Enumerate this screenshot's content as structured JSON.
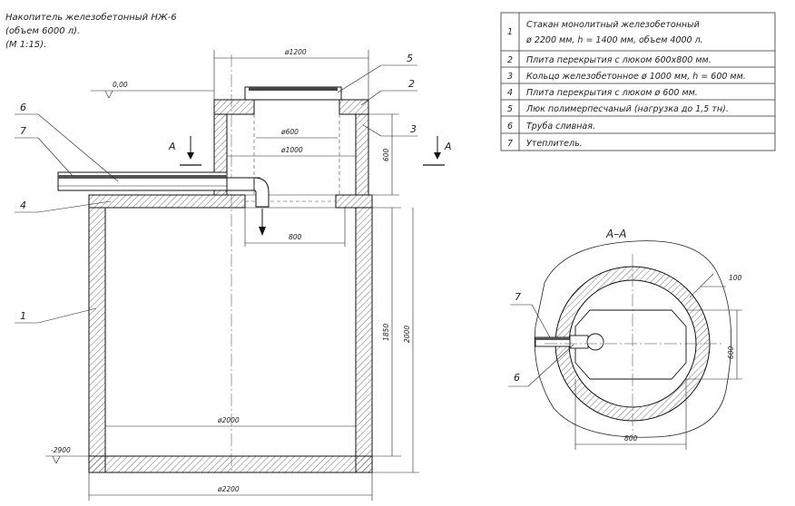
{
  "title": {
    "line1": "Накопитель железобетонный НЖ-6",
    "line2": "(объем 6000 л).",
    "line3": "(М 1:15)."
  },
  "legend": [
    {
      "num": "1",
      "text": "Стакан монолитный железобетонный",
      "text2": "ø 2200 мм, h = 1400 мм, объем 4000 л."
    },
    {
      "num": "2",
      "text": "Плита перекрытия с люком 600х800 мм."
    },
    {
      "num": "3",
      "text": "Кольцо железобетонное ø 1000 мм, h = 600 мм."
    },
    {
      "num": "4",
      "text": "Плита перекрытия с люком ø 600 мм."
    },
    {
      "num": "5",
      "text": "Люк полимерпесчаный (нагрузка до 1,5 тн)."
    },
    {
      "num": "6",
      "text": "Труба сливная."
    },
    {
      "num": "7",
      "text": "Утеплитель."
    }
  ],
  "elevations": {
    "top": "0,00",
    "bottom": "-2900"
  },
  "dimensions": {
    "d1200": "ø1200",
    "d600": "ø600",
    "d1000": "ø1000",
    "h600": "600",
    "w800": "800",
    "h1850": "1850",
    "h2000": "2000",
    "d2000": "ø2000",
    "d2200": "ø2200"
  },
  "callouts": {
    "c1": "1",
    "c2": "2",
    "c3": "3",
    "c4": "4",
    "c5": "5",
    "c6": "6",
    "c7": "7"
  },
  "section": {
    "label": "А–А",
    "marker": "А",
    "dim100": "100",
    "dim600": "600",
    "dim800": "800",
    "c6": "6",
    "c7": "7"
  }
}
